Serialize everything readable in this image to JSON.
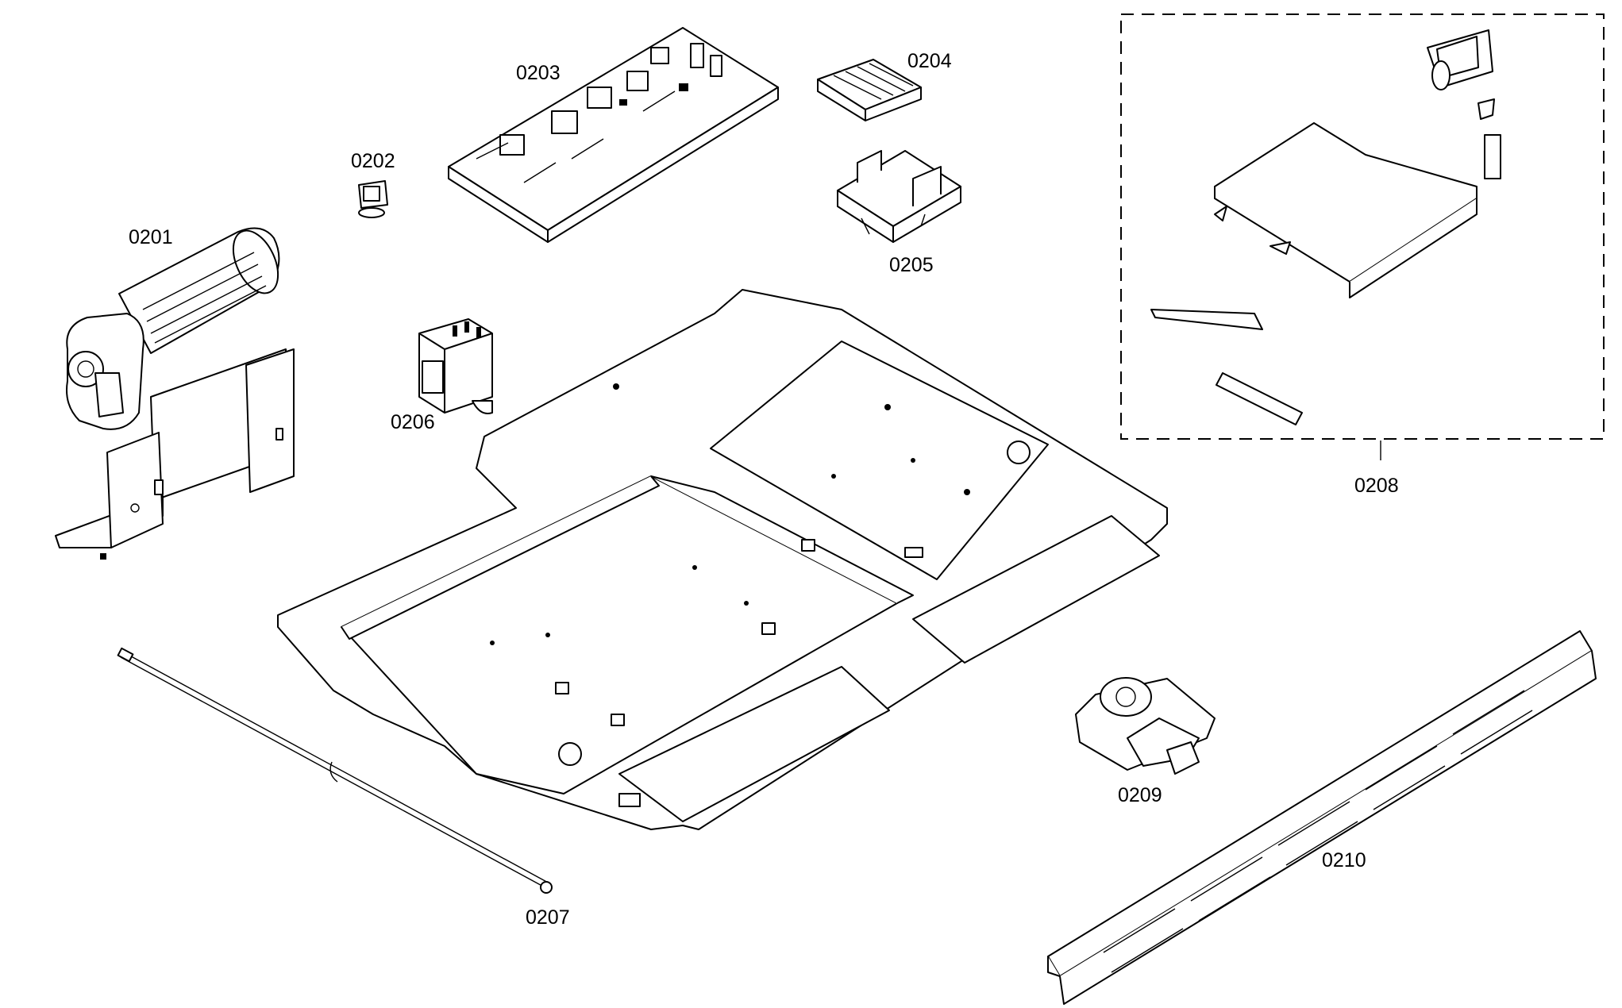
{
  "parts": [
    {
      "id": "0201",
      "label": "0201"
    },
    {
      "id": "0202",
      "label": "0202"
    },
    {
      "id": "0203",
      "label": "0203"
    },
    {
      "id": "0204",
      "label": "0204"
    },
    {
      "id": "0205",
      "label": "0205"
    },
    {
      "id": "0206",
      "label": "0206"
    },
    {
      "id": "0207",
      "label": "0207"
    },
    {
      "id": "0208",
      "label": "0208"
    },
    {
      "id": "0209",
      "label": "0209"
    },
    {
      "id": "0210",
      "label": "0210"
    }
  ]
}
